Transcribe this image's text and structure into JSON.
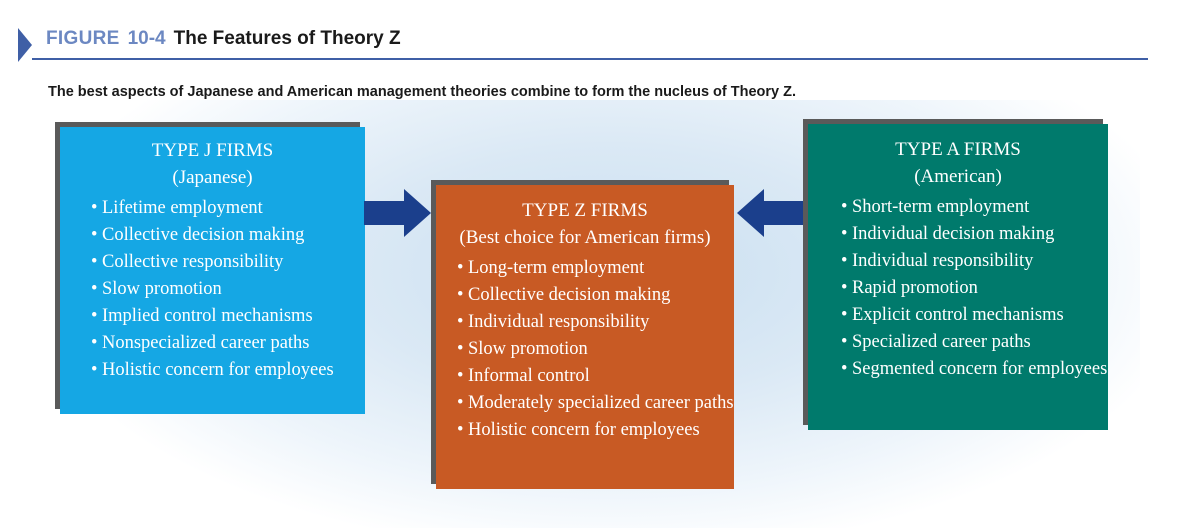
{
  "figure": {
    "label": "FIGURE",
    "number": "10-4",
    "title": "The Features of Theory Z",
    "caption": "The best aspects of Japanese and American management theories combine to form the nucleus of Theory Z."
  },
  "colors": {
    "header_accent": "#3f5fa6",
    "type_j": "#15a7e4",
    "type_z": "#c85a24",
    "type_a": "#007a6c",
    "arrow": "#1b3f8c"
  },
  "type_j": {
    "title": "TYPE J FIRMS",
    "subtitle": "(Japanese)",
    "items": [
      "Lifetime employment",
      "Collective decision making",
      "Collective responsibility",
      "Slow promotion",
      "Implied control mechanisms",
      "Nonspecialized career paths",
      "Holistic concern for employees"
    ]
  },
  "type_z": {
    "title": "TYPE Z FIRMS",
    "subtitle": "(Best choice for American firms)",
    "items": [
      "Long-term employment",
      "Collective decision making",
      "Individual responsibility",
      "Slow promotion",
      "Informal control",
      "Moderately specialized career paths",
      "Holistic concern for employees"
    ]
  },
  "type_a": {
    "title": "TYPE A FIRMS",
    "subtitle": "(American)",
    "items": [
      "Short-term employment",
      "Individual decision making",
      "Individual responsibility",
      "Rapid promotion",
      "Explicit control mechanisms",
      "Specialized career paths",
      "Segmented concern for employees"
    ]
  },
  "bullet": "•"
}
